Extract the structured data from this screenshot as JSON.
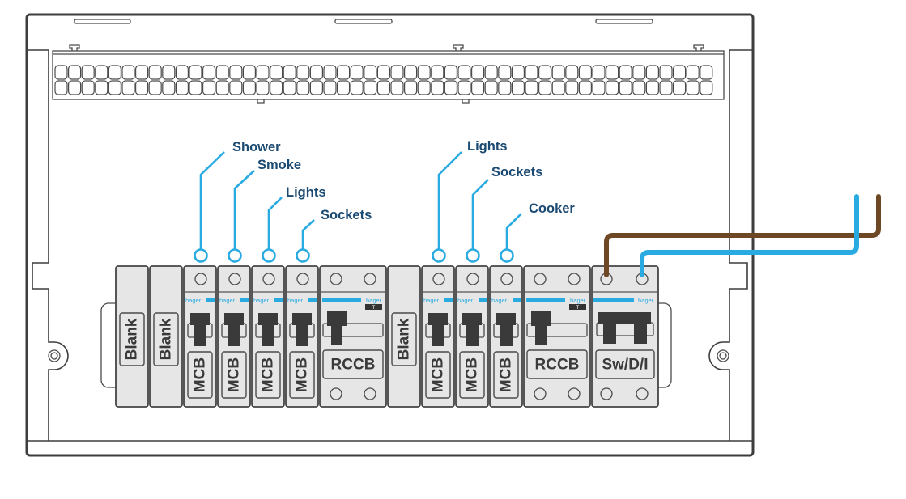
{
  "diagram": {
    "brand_label": "hager",
    "test_button_label": "T",
    "terminal_bar": {
      "rows": 2,
      "columns": 49
    },
    "modules": [
      {
        "type": "blank",
        "label": "Blank"
      },
      {
        "type": "blank",
        "label": "Blank"
      },
      {
        "type": "mcb",
        "label": "MCB"
      },
      {
        "type": "mcb",
        "label": "MCB"
      },
      {
        "type": "mcb",
        "label": "MCB"
      },
      {
        "type": "mcb",
        "label": "MCB"
      },
      {
        "type": "rccb",
        "label": "RCCB"
      },
      {
        "type": "blank",
        "label": "Blank"
      },
      {
        "type": "mcb",
        "label": "MCB"
      },
      {
        "type": "mcb",
        "label": "MCB"
      },
      {
        "type": "mcb",
        "label": "MCB"
      },
      {
        "type": "rccb",
        "label": "RCCB"
      },
      {
        "type": "switch",
        "label": "Sw/D/I"
      }
    ],
    "callouts": [
      {
        "label": "Shower",
        "module_index": 2
      },
      {
        "label": "Smoke",
        "module_index": 3
      },
      {
        "label": "Lights",
        "module_index": 4
      },
      {
        "label": "Sockets",
        "module_index": 5
      },
      {
        "label": "Lights",
        "module_index": 8
      },
      {
        "label": "Sockets",
        "module_index": 9
      },
      {
        "label": "Cooker",
        "module_index": 10
      }
    ],
    "wires": [
      {
        "color": "#6e4724",
        "module_index": 12,
        "terminal": 0
      },
      {
        "color": "#29abe2",
        "module_index": 12,
        "terminal": 1
      }
    ],
    "colors": {
      "accent": "#29abe2",
      "callout_text": "#1b4a72",
      "module_fill": "#e6e6e6"
    }
  }
}
